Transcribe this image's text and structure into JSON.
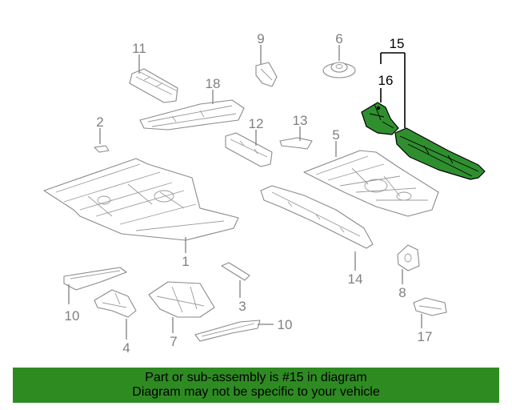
{
  "diagram": {
    "highlight_color": "#2e8b22",
    "callouts": {
      "c1": "1",
      "c2": "2",
      "c3": "3",
      "c4": "4",
      "c5": "5",
      "c6": "6",
      "c7": "7",
      "c8": "8",
      "c9": "9",
      "c10a": "10",
      "c10b": "10",
      "c11": "11",
      "c12": "12",
      "c13": "13",
      "c14": "14",
      "c15": "15",
      "c16": "16",
      "c17": "17",
      "c18": "18"
    },
    "highlighted_parts": [
      "15",
      "16"
    ]
  },
  "banner": {
    "background": "#2e8b22",
    "line1": "Part or sub-assembly is #15 in diagram",
    "line2": "Diagram may not be specific to your vehicle"
  }
}
